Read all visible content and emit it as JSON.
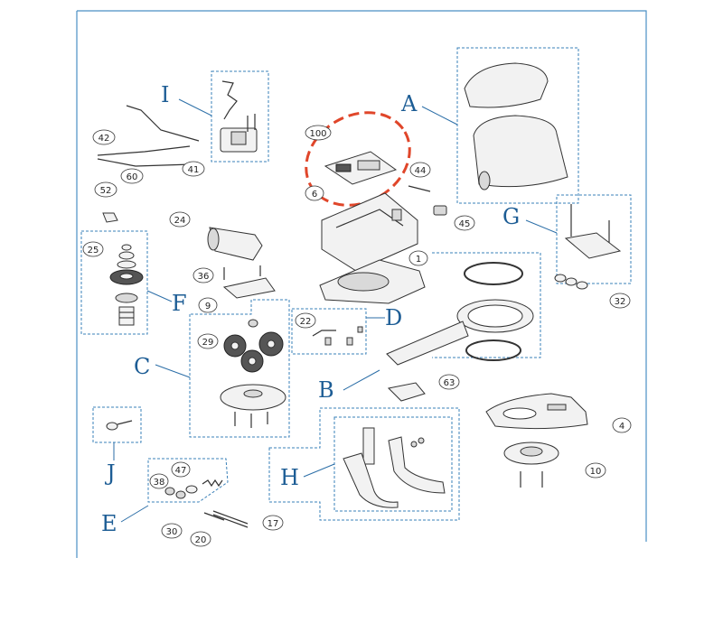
{
  "groups": {
    "A": "A",
    "B": "B",
    "C": "C",
    "D": "D",
    "E": "E",
    "F": "F",
    "H": "H",
    "I": "I",
    "J": "J",
    "G": "G"
  },
  "callouts": {
    "c100": "100",
    "c6": "6",
    "c44": "44",
    "c45": "45",
    "c1": "1",
    "c42": "42",
    "c41": "41",
    "c60": "60",
    "c52": "52",
    "c24": "24",
    "c36": "36",
    "c9": "9",
    "c25": "25",
    "c29": "29",
    "c22": "22",
    "c63": "63",
    "c4": "4",
    "c10": "10",
    "c32": "32",
    "c38": "38",
    "c47": "47",
    "c30": "30",
    "c20": "20",
    "c17": "17"
  },
  "colors": {
    "frame": "#4a8fc4",
    "label": "#1d5d95",
    "highlight": "#e0462a"
  }
}
